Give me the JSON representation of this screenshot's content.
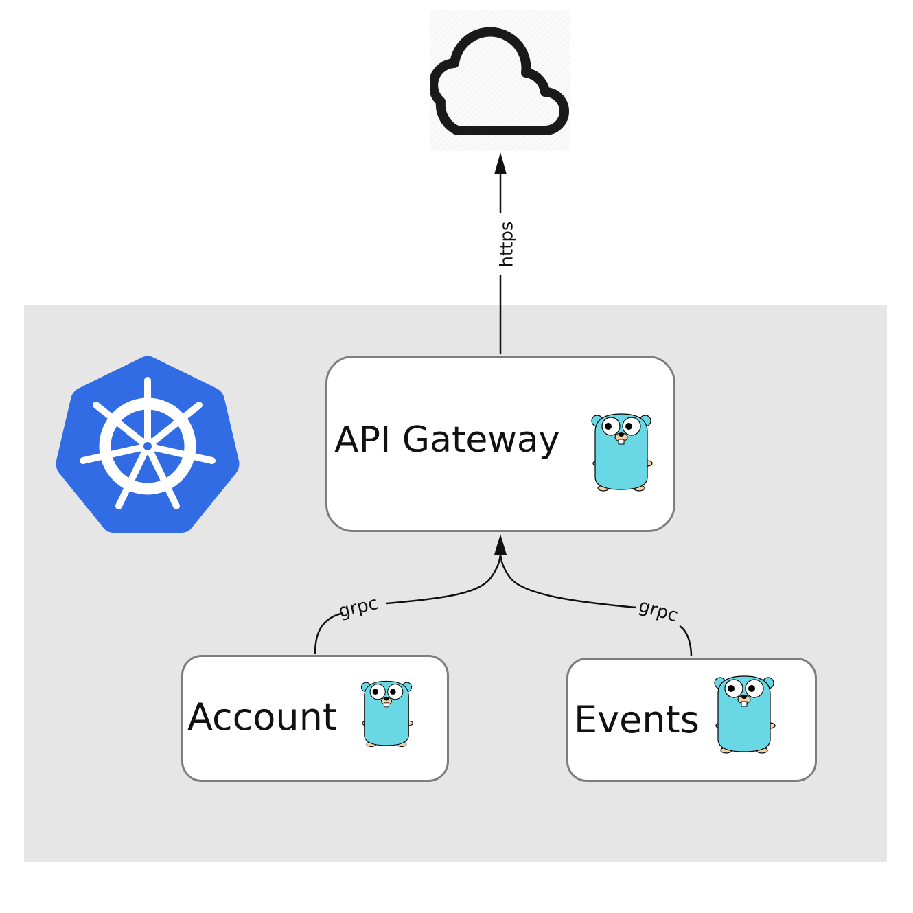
{
  "diagram": {
    "nodes": {
      "gateway": {
        "label": "API Gateway",
        "icon": "gopher-icon"
      },
      "account": {
        "label": "Account",
        "icon": "gopher-icon"
      },
      "events": {
        "label": "Events",
        "icon": "gopher-icon"
      },
      "internet": {
        "icon": "cloud-icon"
      },
      "cluster": {
        "icon": "kubernetes-logo-icon"
      }
    },
    "edges": [
      {
        "from": "gateway",
        "to": "internet",
        "label": "https"
      },
      {
        "from": "account",
        "to": "gateway",
        "label": "grpc"
      },
      {
        "from": "events",
        "to": "gateway",
        "label": "grpc"
      }
    ]
  },
  "colors": {
    "cluster_background": "#e6e6e6",
    "kubernetes_blue": "#326ce5",
    "gopher_body": "#6ad7e5",
    "node_border": "#7d7d7d"
  }
}
